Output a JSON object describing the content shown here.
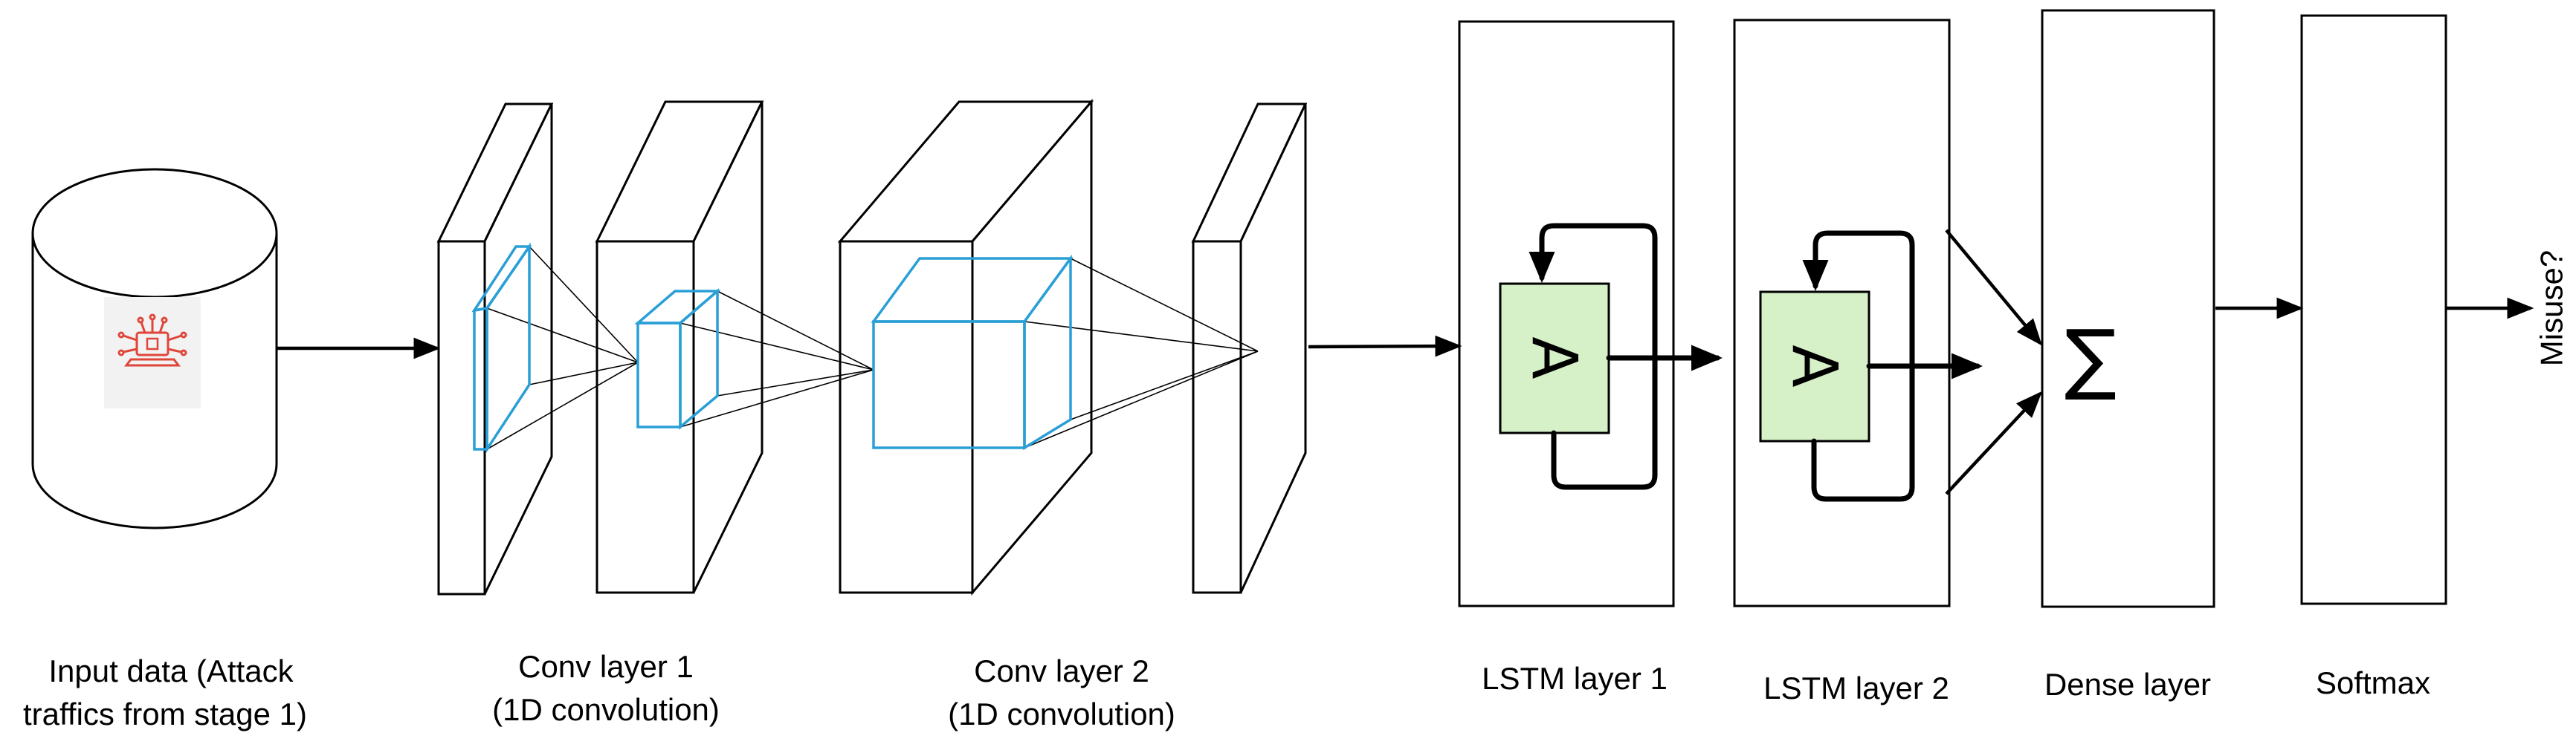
{
  "colors": {
    "stroke": "#000000",
    "kernel_blue": "#2a9fd6",
    "lstm_cell_fill": "#d6f0c8",
    "icon_red": "#e0453a"
  },
  "input": {
    "label_line1": "Input  data (Attack",
    "label_line2": "traffics from stage 1)",
    "icon": "laptop-chip-icon"
  },
  "conv1": {
    "label_line1": "Conv layer 1",
    "label_line2": "(1D convolution)"
  },
  "conv2": {
    "label_line1": "Conv layer 2",
    "label_line2": "(1D convolution)"
  },
  "lstm1": {
    "label": "LSTM layer 1",
    "cell_letter": "A"
  },
  "lstm2": {
    "label": "LSTM layer 2",
    "cell_letter": "A"
  },
  "dense": {
    "label": "Dense layer",
    "symbol": "∑"
  },
  "softmax": {
    "label": "Softmax"
  },
  "output": {
    "label": "Misuse?"
  }
}
